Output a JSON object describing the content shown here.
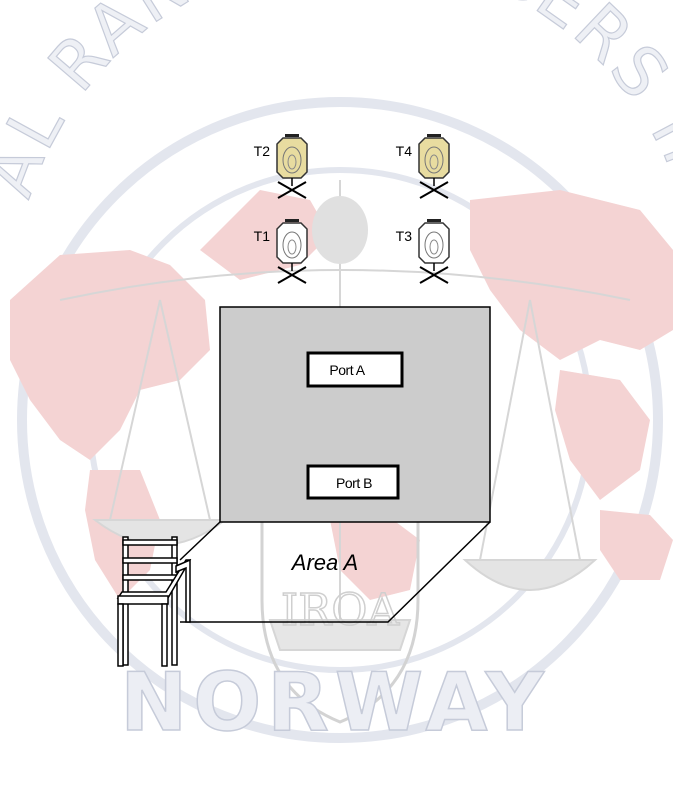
{
  "watermark": {
    "arc_text": "AL RANGE OFFICERS IN",
    "bottom_text": "NORWAY",
    "monogram": "IROA",
    "colors": {
      "map": "#f3cfcf",
      "ring": "#d7dbe6",
      "text_fill": "#eef0f5",
      "text_stroke": "#c9cedc",
      "scales": "#d9d9d9"
    }
  },
  "targets": [
    {
      "label": "T2",
      "style": "gold"
    },
    {
      "label": "T4",
      "style": "gold"
    },
    {
      "label": "T1",
      "style": "white"
    },
    {
      "label": "T3",
      "style": "white"
    }
  ],
  "ports": {
    "a": "Port A",
    "b": "Port B"
  },
  "area": {
    "label": "Area A"
  },
  "colors": {
    "wall": "#cccccc",
    "line": "#000000",
    "target_gold": "#e8dca0",
    "target_white": "#ffffff"
  }
}
